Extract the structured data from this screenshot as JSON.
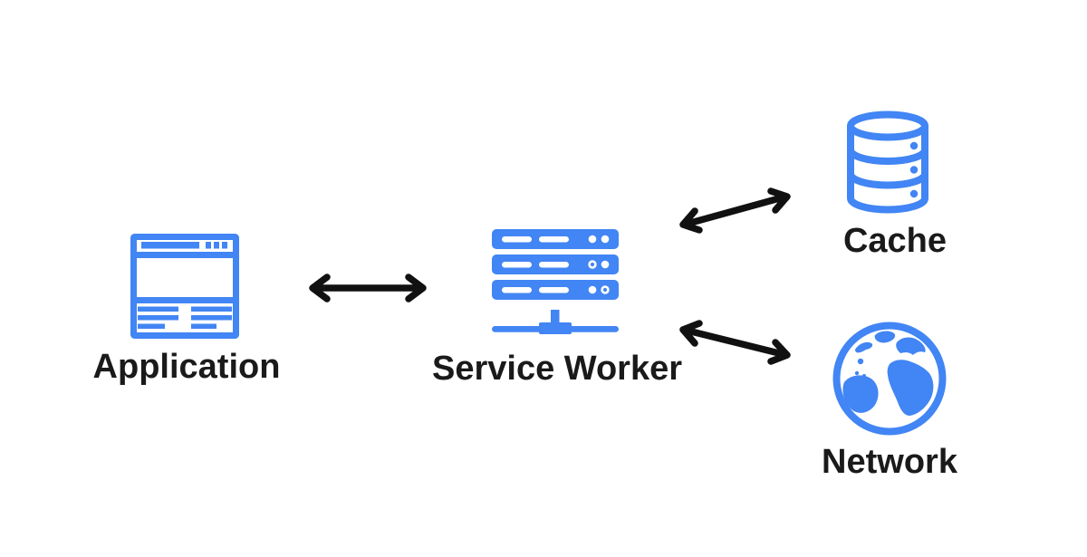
{
  "diagram": {
    "nodes": [
      {
        "id": "application",
        "label": "Application",
        "icon": "browser-window-icon"
      },
      {
        "id": "service-worker",
        "label": "Service Worker",
        "icon": "server-rack-icon"
      },
      {
        "id": "cache",
        "label": "Cache",
        "icon": "database-cylinder-icon"
      },
      {
        "id": "network",
        "label": "Network",
        "icon": "globe-icon"
      }
    ],
    "connections": [
      {
        "from": "Application",
        "to": "Service Worker",
        "style": "double-headed-arrow"
      },
      {
        "from": "Service Worker",
        "to": "Cache",
        "style": "double-headed-arrow"
      },
      {
        "from": "Service Worker",
        "to": "Network",
        "style": "double-headed-arrow"
      }
    ]
  },
  "colors": {
    "icon_blue": "#4285F4",
    "arrow_black": "#111111",
    "text_black": "#1a1a1a",
    "background": "#ffffff"
  }
}
